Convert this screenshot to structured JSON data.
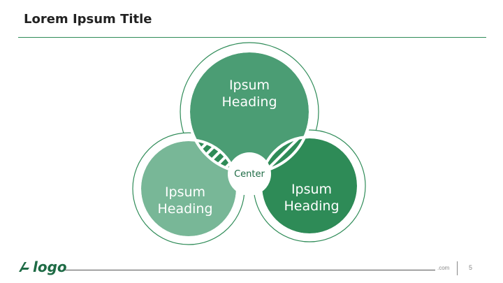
{
  "slide": {
    "title": "Lorem Ipsum Title",
    "page_number": "5"
  },
  "diagram": {
    "circles": [
      {
        "label_line1": "Ipsum",
        "label_line2": "Heading",
        "color": "#4b9d74"
      },
      {
        "label_line1": "Ipsum",
        "label_line2": "Heading",
        "color": "#78b797"
      },
      {
        "label_line1": "Ipsum",
        "label_line2": "Heading",
        "color": "#2e8b57"
      }
    ],
    "center_label": "Center",
    "outline_color": "#2e8b57"
  },
  "footer": {
    "logo_text": "logo",
    "url_text": ".com"
  }
}
